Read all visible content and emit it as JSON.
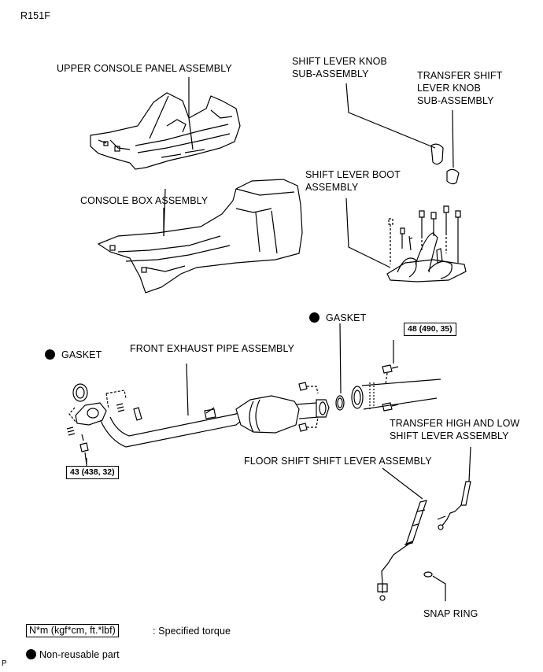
{
  "code": "R151F",
  "footer_mark": "P",
  "labels": {
    "upper_console": "UPPER CONSOLE PANEL ASSEMBLY",
    "shift_knob": "SHIFT LEVER KNOB\nSUB-ASSEMBLY",
    "transfer_knob": "TRANSFER SHIFT\nLEVER KNOB\nSUB-ASSEMBLY",
    "console_box": "CONSOLE BOX ASSEMBLY",
    "shift_boot": "SHIFT LEVER BOOT\nASSEMBLY",
    "gasket_right": "GASKET",
    "gasket_left": "GASKET",
    "front_exhaust": "FRONT EXHAUST PIPE ASSEMBLY",
    "transfer_lever": "TRANSFER HIGH AND LOW\nSHIFT LEVER ASSEMBLY",
    "floor_shift": "FLOOR SHIFT SHIFT LEVER ASSEMBLY",
    "snap_ring": "SNAP RING"
  },
  "torques": {
    "right": "48 (490, 35)",
    "left": "43 (438, 32)"
  },
  "legend": {
    "torque_box": "N*m (kgf*cm, ft.*lbf)",
    "torque_text": ": Specified torque",
    "nonreusable": "Non-reusable part"
  }
}
